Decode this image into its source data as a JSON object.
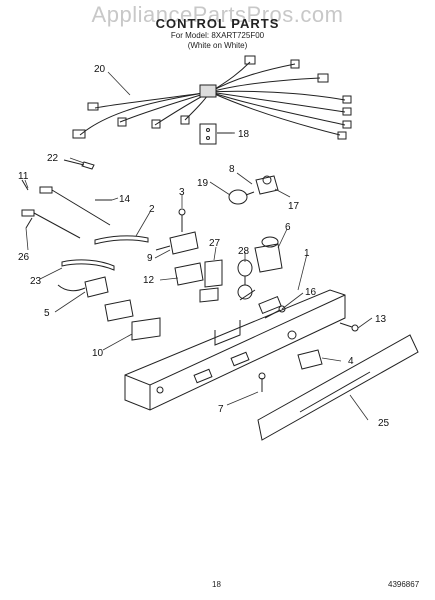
{
  "watermark": "AppliancePartsPros.com",
  "title": "CONTROL PARTS",
  "subtitle_model": "For Model: 8XART725F00",
  "subtitle_color": "(White on White)",
  "callouts": [
    "20",
    "18",
    "22",
    "11",
    "14",
    "8",
    "19",
    "17",
    "3",
    "2",
    "6",
    "27",
    "9",
    "28",
    "1",
    "26",
    "23",
    "12",
    "16",
    "5",
    "13",
    "10",
    "4",
    "7",
    "25"
  ],
  "page_number": "18",
  "document_number": "4396867"
}
